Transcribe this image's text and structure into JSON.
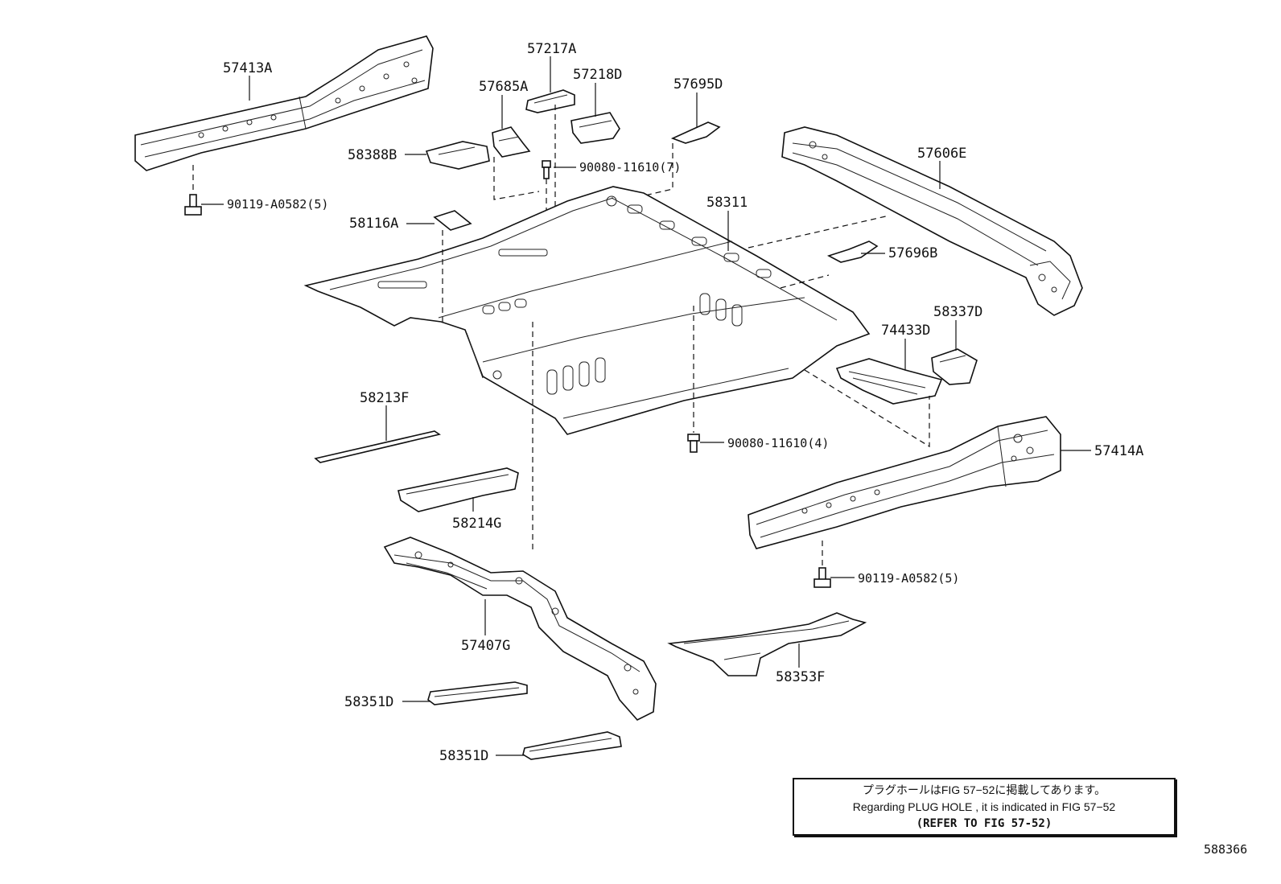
{
  "labels": [
    {
      "id": "57413A",
      "text": "57413A"
    },
    {
      "id": "57217A",
      "text": "57217A"
    },
    {
      "id": "57218D",
      "text": "57218D"
    },
    {
      "id": "57685A",
      "text": "57685A"
    },
    {
      "id": "57695D",
      "text": "57695D"
    },
    {
      "id": "58388B",
      "text": "58388B"
    },
    {
      "id": "90080-11610-7",
      "text": "90080-11610(7)"
    },
    {
      "id": "90119-A0582-5-a",
      "text": "90119-A0582(5)"
    },
    {
      "id": "57606E",
      "text": "57606E"
    },
    {
      "id": "58311",
      "text": "58311"
    },
    {
      "id": "58116A",
      "text": "58116A"
    },
    {
      "id": "57696B",
      "text": "57696B"
    },
    {
      "id": "58337D",
      "text": "58337D"
    },
    {
      "id": "74433D",
      "text": "74433D"
    },
    {
      "id": "58213F",
      "text": "58213F"
    },
    {
      "id": "90080-11610-4",
      "text": "90080-11610(4)"
    },
    {
      "id": "57414A",
      "text": "57414A"
    },
    {
      "id": "58214G",
      "text": "58214G"
    },
    {
      "id": "90119-A0582-5-b",
      "text": "90119-A0582(5)"
    },
    {
      "id": "57407G",
      "text": "57407G"
    },
    {
      "id": "58353F",
      "text": "58353F"
    },
    {
      "id": "58351D-a",
      "text": "58351D"
    },
    {
      "id": "58351D-b",
      "text": "58351D"
    }
  ],
  "note": {
    "line_jp": "プラグホールはFIG 57−52に掲載してあります。",
    "line_en": "Regarding  PLUG  HOLE , it is indicated in  FIG  57−52",
    "line_ref": "(REFER TO FIG 57-52)"
  },
  "figure_number": "588366"
}
